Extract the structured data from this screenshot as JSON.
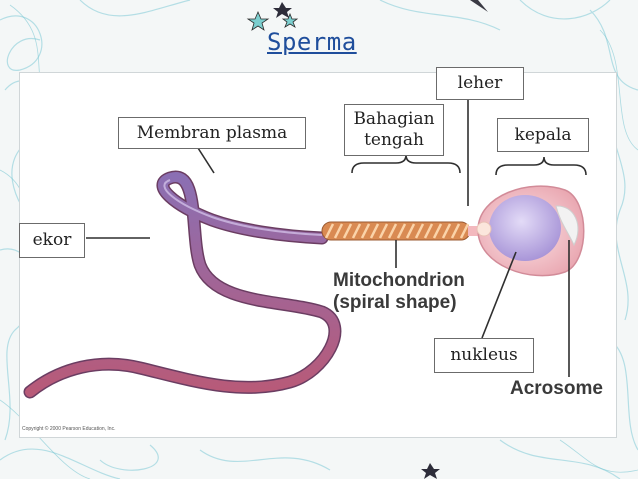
{
  "title": "Sperma",
  "labels": {
    "leher": "leher",
    "bahagian_tengah_1": "Bahagian",
    "bahagian_tengah_2": "tengah",
    "kepala": "kepala",
    "membran_plasma": "Membran plasma",
    "ekor": "ekor",
    "nukleus": "nukleus"
  },
  "annotations": {
    "mitochondrion_1": "Mitochondrion",
    "mitochondrion_2": "(spiral shape)",
    "acrosome": "Acrosome"
  },
  "copyright": "Copyright © 2000 Pearson Education, Inc.",
  "colors": {
    "title": "#1f4e9c",
    "tail": "#b85a78",
    "head": "#f3c6cc",
    "nucleus": "#c9b7ea",
    "midpiece": "#e4a36e"
  }
}
